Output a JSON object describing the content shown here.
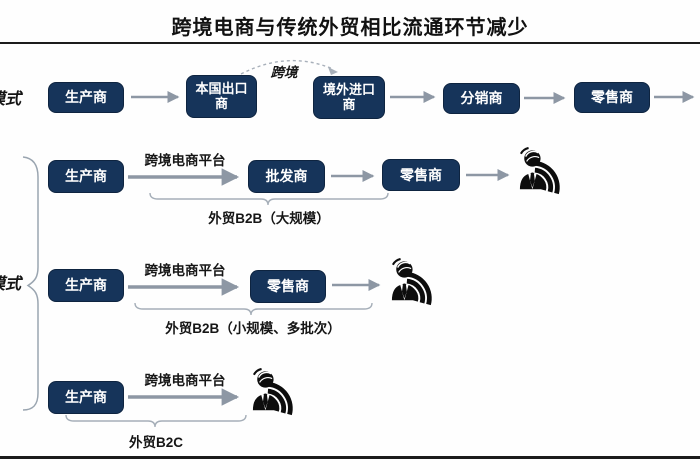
{
  "title": "跨境电商与传统外贸相比流通环节减少",
  "colors": {
    "box_fill": "#16345a",
    "arrow": "#8d97a4",
    "bracket_line": "#9aa5b0",
    "rule": "#1c1c1c",
    "icon": "#0d0d0d"
  },
  "traditional": {
    "side_label": "模式",
    "producer": "生产商",
    "exporter": "本国出口商",
    "cross_border": "跨境",
    "importer": "境外进口商",
    "distributor": "分销商",
    "retailer": "零售商"
  },
  "cross_border_mode": {
    "side_label": "模式",
    "b2b_large": {
      "producer": "生产商",
      "platform": "跨境电商平台",
      "wholesaler": "批发商",
      "retailer": "零售商",
      "label": "外贸B2B（大规模）"
    },
    "b2b_small": {
      "producer": "生产商",
      "platform": "跨境电商平台",
      "retailer": "零售商",
      "label": "外贸B2B（小规模、多批次）"
    },
    "b2c": {
      "producer": "生产商",
      "platform": "跨境电商平台",
      "label": "外贸B2C"
    }
  }
}
